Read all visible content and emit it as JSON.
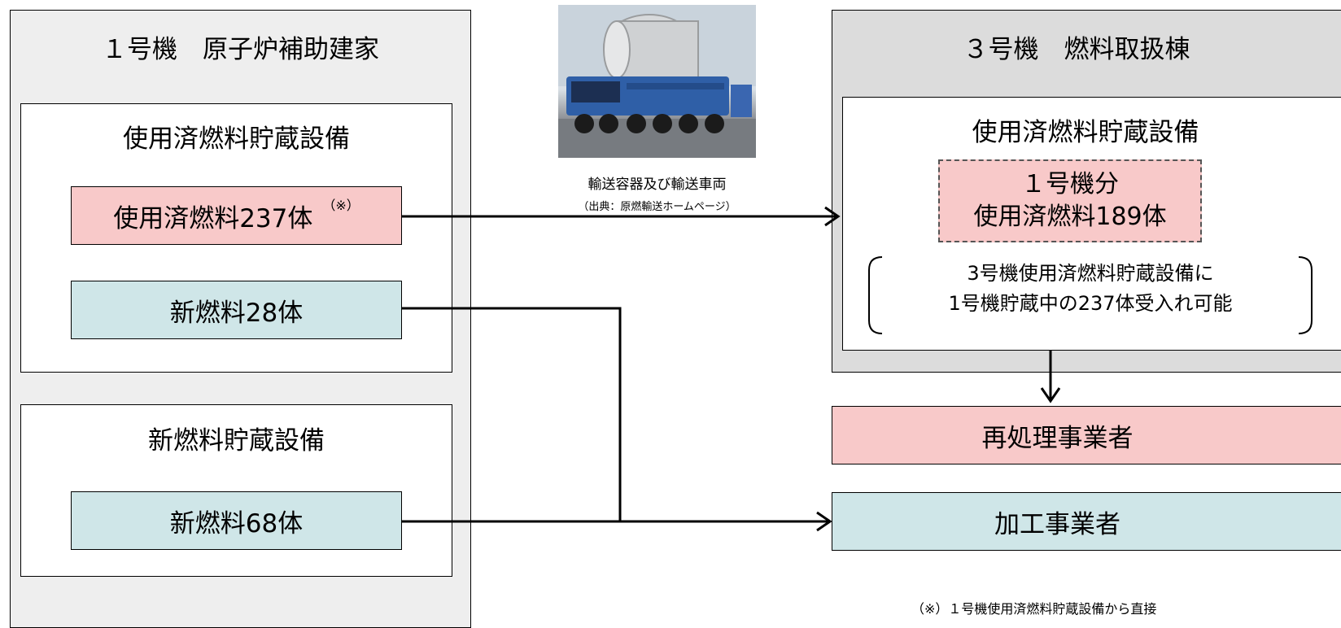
{
  "left_building": {
    "title": "１号機　原子炉補助建家",
    "spent_storage": {
      "title": "使用済燃料貯蔵設備",
      "spent_fuel": "使用済燃料237体",
      "note_mark": "（※）",
      "new_fuel": "新燃料28体"
    },
    "new_storage": {
      "title": "新燃料貯蔵設備",
      "new_fuel": "新燃料68体"
    }
  },
  "transport": {
    "caption": "輸送容器及び輸送車両",
    "source": "（出典：原燃輸送ホームページ）"
  },
  "right_building": {
    "title": "３号機　燃料取扱棟",
    "spent_storage": {
      "title": "使用済燃料貯蔵設備",
      "unit1_line1": "１号機分",
      "unit1_line2": "使用済燃料189体",
      "capacity_line1": "3号機使用済燃料貯蔵設備に",
      "capacity_line2": "1号機貯蔵中の237体受入れ可能"
    }
  },
  "destinations": {
    "reprocessing": "再処理事業者",
    "fabrication": "加工事業者"
  },
  "footnote": "（※）１号機使用済燃料貯蔵設備から直接"
}
